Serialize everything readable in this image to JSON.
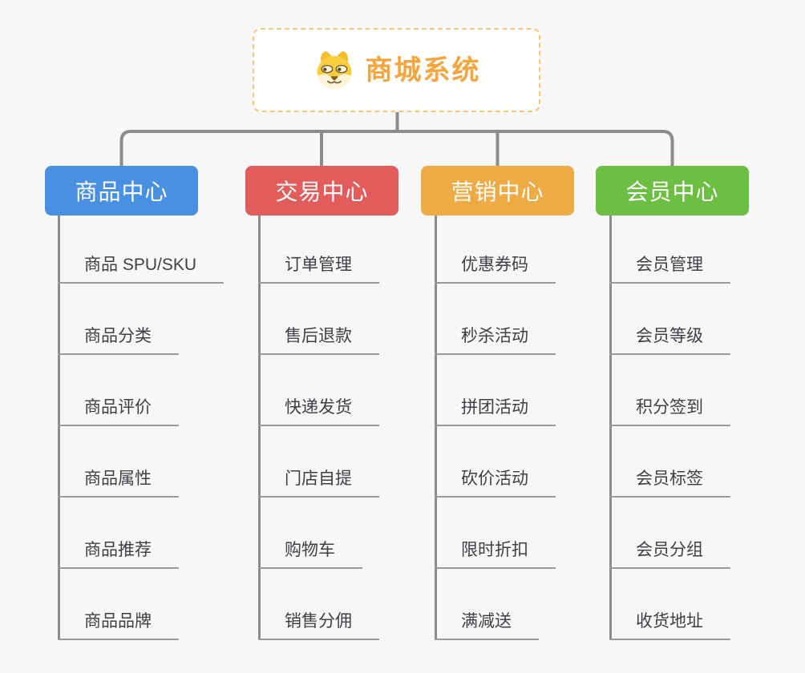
{
  "ui": {
    "background": "#f7f7f7",
    "connector_color": "#8c8c8c",
    "underline_color": "#9a9a9a",
    "leaf_text_color": "#3d4045",
    "root": {
      "title": "商城系统",
      "icon": "dog-face-icon",
      "accent_color": "#f2a63d",
      "border_color": "#f7c873"
    }
  },
  "branches": [
    {
      "label": "商品中心",
      "color": "#4a90e2",
      "items": [
        "商品 SPU/SKU",
        "商品分类",
        "商品评价",
        "商品属性",
        "商品推荐",
        "商品品牌"
      ]
    },
    {
      "label": "交易中心",
      "color": "#e25c5c",
      "items": [
        "订单管理",
        "售后退款",
        "快递发货",
        "门店自提",
        "购物车",
        "销售分佣"
      ]
    },
    {
      "label": "营销中心",
      "color": "#eeab43",
      "items": [
        "优惠券码",
        "秒杀活动",
        "拼团活动",
        "砍价活动",
        "限时折扣",
        "满减送"
      ]
    },
    {
      "label": "会员中心",
      "color": "#6dbf43",
      "items": [
        "会员管理",
        "会员等级",
        "积分签到",
        "会员标签",
        "会员分组",
        "收货地址"
      ]
    }
  ]
}
